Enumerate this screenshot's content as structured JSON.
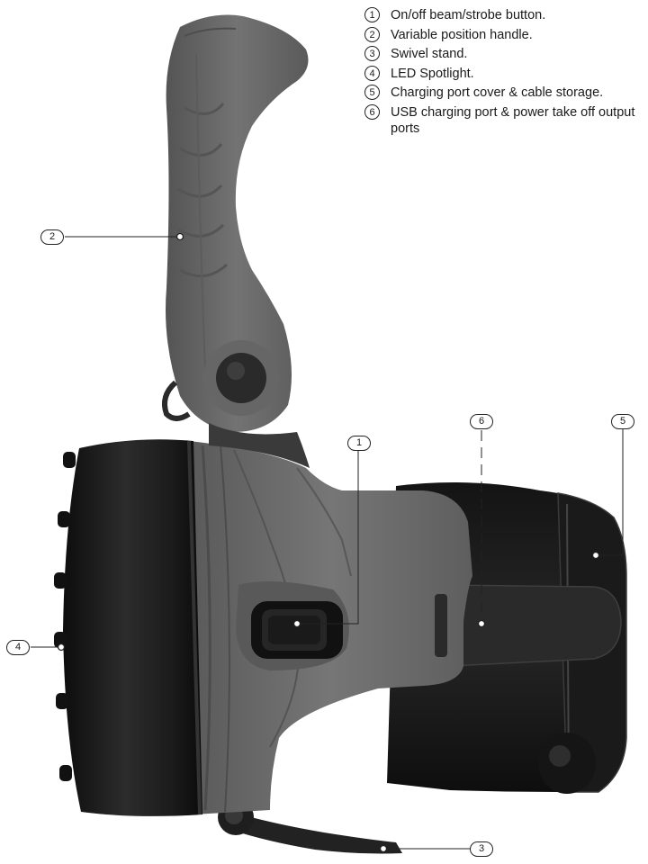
{
  "legend": [
    {
      "num": "1",
      "text": "On/off beam/strobe button."
    },
    {
      "num": "2",
      "text": "Variable position handle."
    },
    {
      "num": "3",
      "text": "Swivel stand."
    },
    {
      "num": "4",
      "text": "LED Spotlight."
    },
    {
      "num": "5",
      "text": "Charging port cover & cable storage."
    },
    {
      "num": "6",
      "text": "USB charging port & power take off output ports"
    }
  ],
  "callouts": {
    "c1": "1",
    "c2": "2",
    "c3": "3",
    "c4": "4",
    "c5": "5",
    "c6": "6"
  },
  "colors": {
    "rubber": "#6e6e6e",
    "rubber_dark": "#4a4a4a",
    "body_black": "#161616",
    "leader": "#222222"
  }
}
